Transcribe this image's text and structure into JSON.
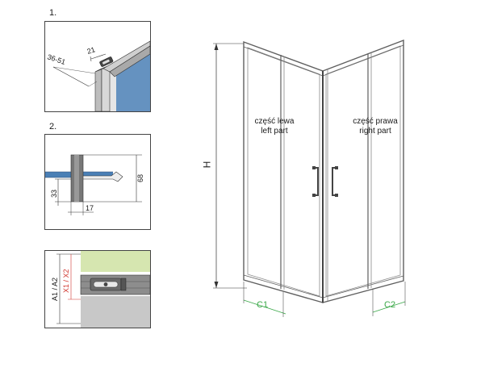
{
  "details": [
    {
      "step": "1.",
      "dims": [
        "21",
        "36-51"
      ]
    },
    {
      "step": "2.",
      "dims": [
        "68",
        "33",
        "17"
      ]
    },
    {
      "step": "",
      "dims": [
        "A1 / A2",
        "X1 / X2"
      ]
    }
  ],
  "main": {
    "height_label": "H",
    "left_part": {
      "pl": "część lewa",
      "en": "left part"
    },
    "right_part": {
      "pl": "część prawa",
      "en": "right part"
    },
    "c1": "C1",
    "c2": "C2"
  },
  "colors": {
    "line": "#333333",
    "frame": "#6b6b6b",
    "green": "#3aa848",
    "red": "#d0342c",
    "glass": "#4a7fb5",
    "wall_green": "#d6e6b0",
    "wall_gray": "#c8c8c8",
    "bar_gray": "#8d8d8d"
  }
}
